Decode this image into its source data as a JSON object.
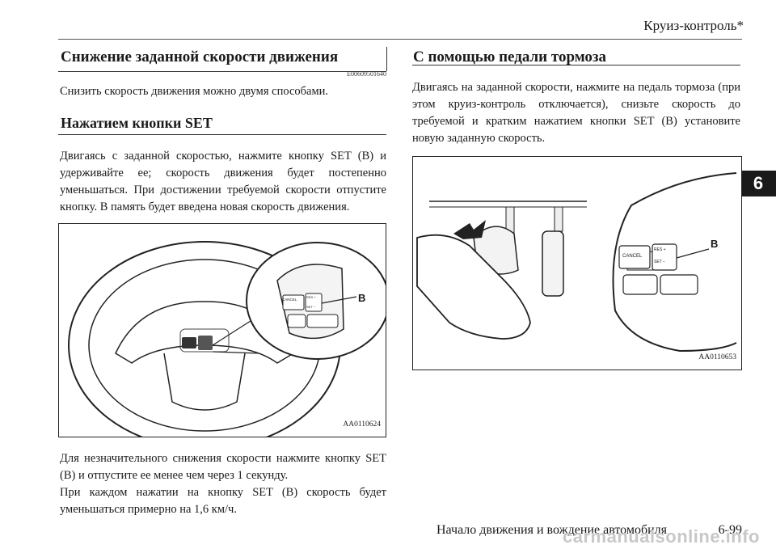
{
  "header": {
    "title": "Круиз-контроль*"
  },
  "tab": {
    "label": "6"
  },
  "left": {
    "heading": "Снижение заданной скорости движения",
    "doc_code": "E00609501640",
    "intro": "Снизить скорость движения можно двумя способами.",
    "subheading": "Нажатием кнопки SET",
    "para1": "Двигаясь с заданной скоростью, нажмите кнопку SET (В) и удерживайте ее; скорость движения будет постепенно уменьшаться. При достижении требуемой скорости отпустите кнопку. В память будет введена новая скорость движения.",
    "figure": {
      "code": "AA0110624",
      "callout": "B",
      "btn_cancel": "CANCEL",
      "btn_res": "RES +",
      "btn_set": "SET −"
    },
    "para2": "Для незначительного снижения скорости нажмите кнопку SET (В) и отпустите ее менее чем через 1 секунду.",
    "para3": "При каждом нажатии на кнопку SET (В) скорость будет уменьшаться примерно на 1,6 км/ч."
  },
  "right": {
    "heading": "С помощью педали тормоза",
    "para1": "Двигаясь на заданной скорости, нажмите на педаль тормоза (при этом круиз-контроль отключается), снизьте скорость до требуемой и кратким нажатием кнопки SET (В) установите новую заданную скорость.",
    "figure": {
      "code": "AA0110653",
      "callout": "B",
      "btn_cancel": "CANCEL",
      "btn_res": "RES +",
      "btn_set": "SET −"
    }
  },
  "footer": {
    "section": "Начало движения и вождение автомобиля",
    "page": "6-99"
  },
  "watermark": {
    "text": "carmanualsonline.info"
  }
}
